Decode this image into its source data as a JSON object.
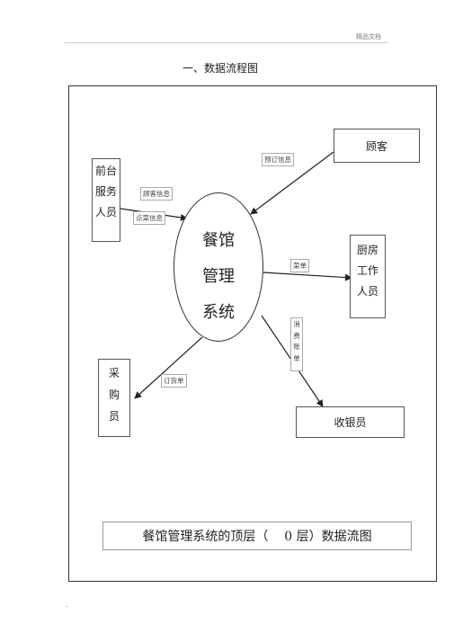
{
  "header": {
    "note": "精品文档"
  },
  "page_title": "一、数据流程图",
  "diagram": {
    "center": {
      "lines": [
        "餐馆",
        "管理",
        "系统"
      ]
    },
    "entities": {
      "front_desk": [
        "前台",
        "服务",
        "人员"
      ],
      "customer": "顾客",
      "kitchen": [
        "厨房",
        "工作",
        "人员"
      ],
      "purchaser": [
        "采",
        "购",
        "员"
      ],
      "cashier": "收银员"
    },
    "flows": {
      "reservation_info": "预订信息",
      "customer_info": "顾客信息",
      "order_info": "点菜信息",
      "menu": "菜单",
      "consumption_bill": [
        "消",
        "费",
        "账",
        "单"
      ],
      "purchase_order": "订货单"
    }
  },
  "caption": "餐馆管理系统的顶层（    0 层）数据流图",
  "footer": "."
}
